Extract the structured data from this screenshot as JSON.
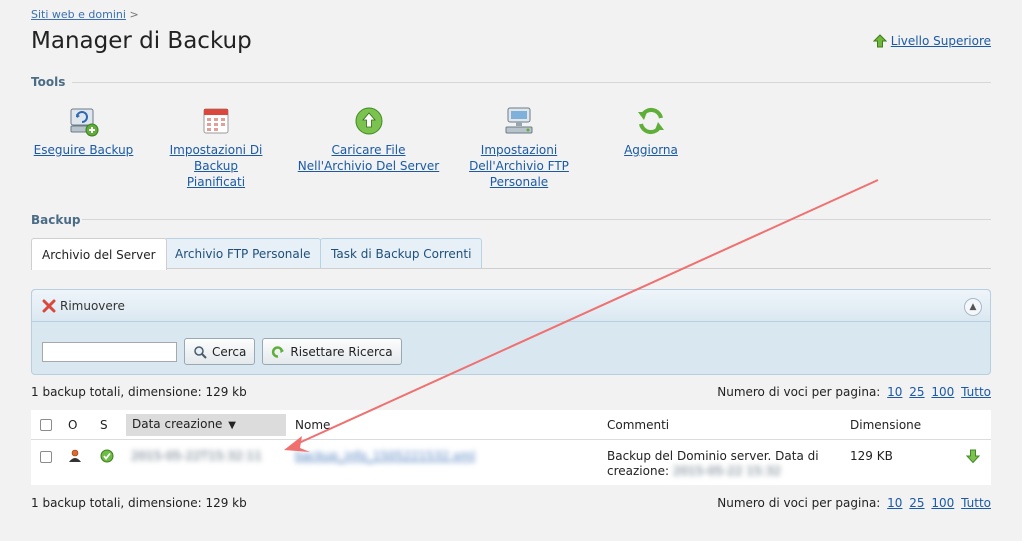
{
  "breadcrumb": {
    "link": "Siti web e domini",
    "separator": ">"
  },
  "page_title": "Manager di Backup",
  "up_level": {
    "label": "Livello Superiore",
    "icon": "arrow-up-icon"
  },
  "sections": {
    "tools": "Tools",
    "backup": "Backup"
  },
  "tools": [
    {
      "label_1": "Eseguire Backup",
      "label_2": "",
      "label_3": "",
      "icon": "server-add-icon"
    },
    {
      "label_1": "Impostazioni Di Backup",
      "label_2": "Pianificati",
      "label_3": "",
      "icon": "calendar-icon"
    },
    {
      "label_1": "Caricare File",
      "label_2": "Nell'Archivio Del Server",
      "label_3": "",
      "icon": "upload-icon"
    },
    {
      "label_1": "Impostazioni",
      "label_2": "Dell'Archivio FTP",
      "label_3": "Personale",
      "icon": "ftp-server-icon"
    },
    {
      "label_1": "Aggiorna",
      "label_2": "",
      "label_3": "",
      "icon": "refresh-icon"
    }
  ],
  "tabs": [
    {
      "label": "Archivio del Server",
      "active": true
    },
    {
      "label": "Archivio FTP Personale",
      "active": false
    },
    {
      "label": "Task di Backup Correnti",
      "active": false
    }
  ],
  "panel": {
    "remove_label": "Rimuovere",
    "search_value": "",
    "search_button": "Cerca",
    "reset_button": "Risettare Ricerca"
  },
  "summary": "1 backup totali, dimensione: 129 kb",
  "perpage": {
    "label": "Numero di voci per pagina:",
    "options": [
      "10",
      "25",
      "100",
      "Tutto"
    ]
  },
  "table": {
    "headers": {
      "o": "O",
      "s": "S",
      "date": "Data creazione",
      "name": "Nome",
      "comments": "Commenti",
      "size": "Dimensione"
    },
    "rows": [
      {
        "date": "2015-05-22T15:32:11",
        "name": "backup_info_1505221532.xml",
        "comment_line1": "Backup del Dominio server. Data di",
        "comment_prefix": "creazione:",
        "comment_blur": "2015-05-22 15:32",
        "size": "129 KB"
      }
    ]
  },
  "colors": {
    "link": "#1a5aa6",
    "section_title": "#4a6c86",
    "panel_bg": "#d9e7f0",
    "annotation_arrow": "#f07070"
  }
}
